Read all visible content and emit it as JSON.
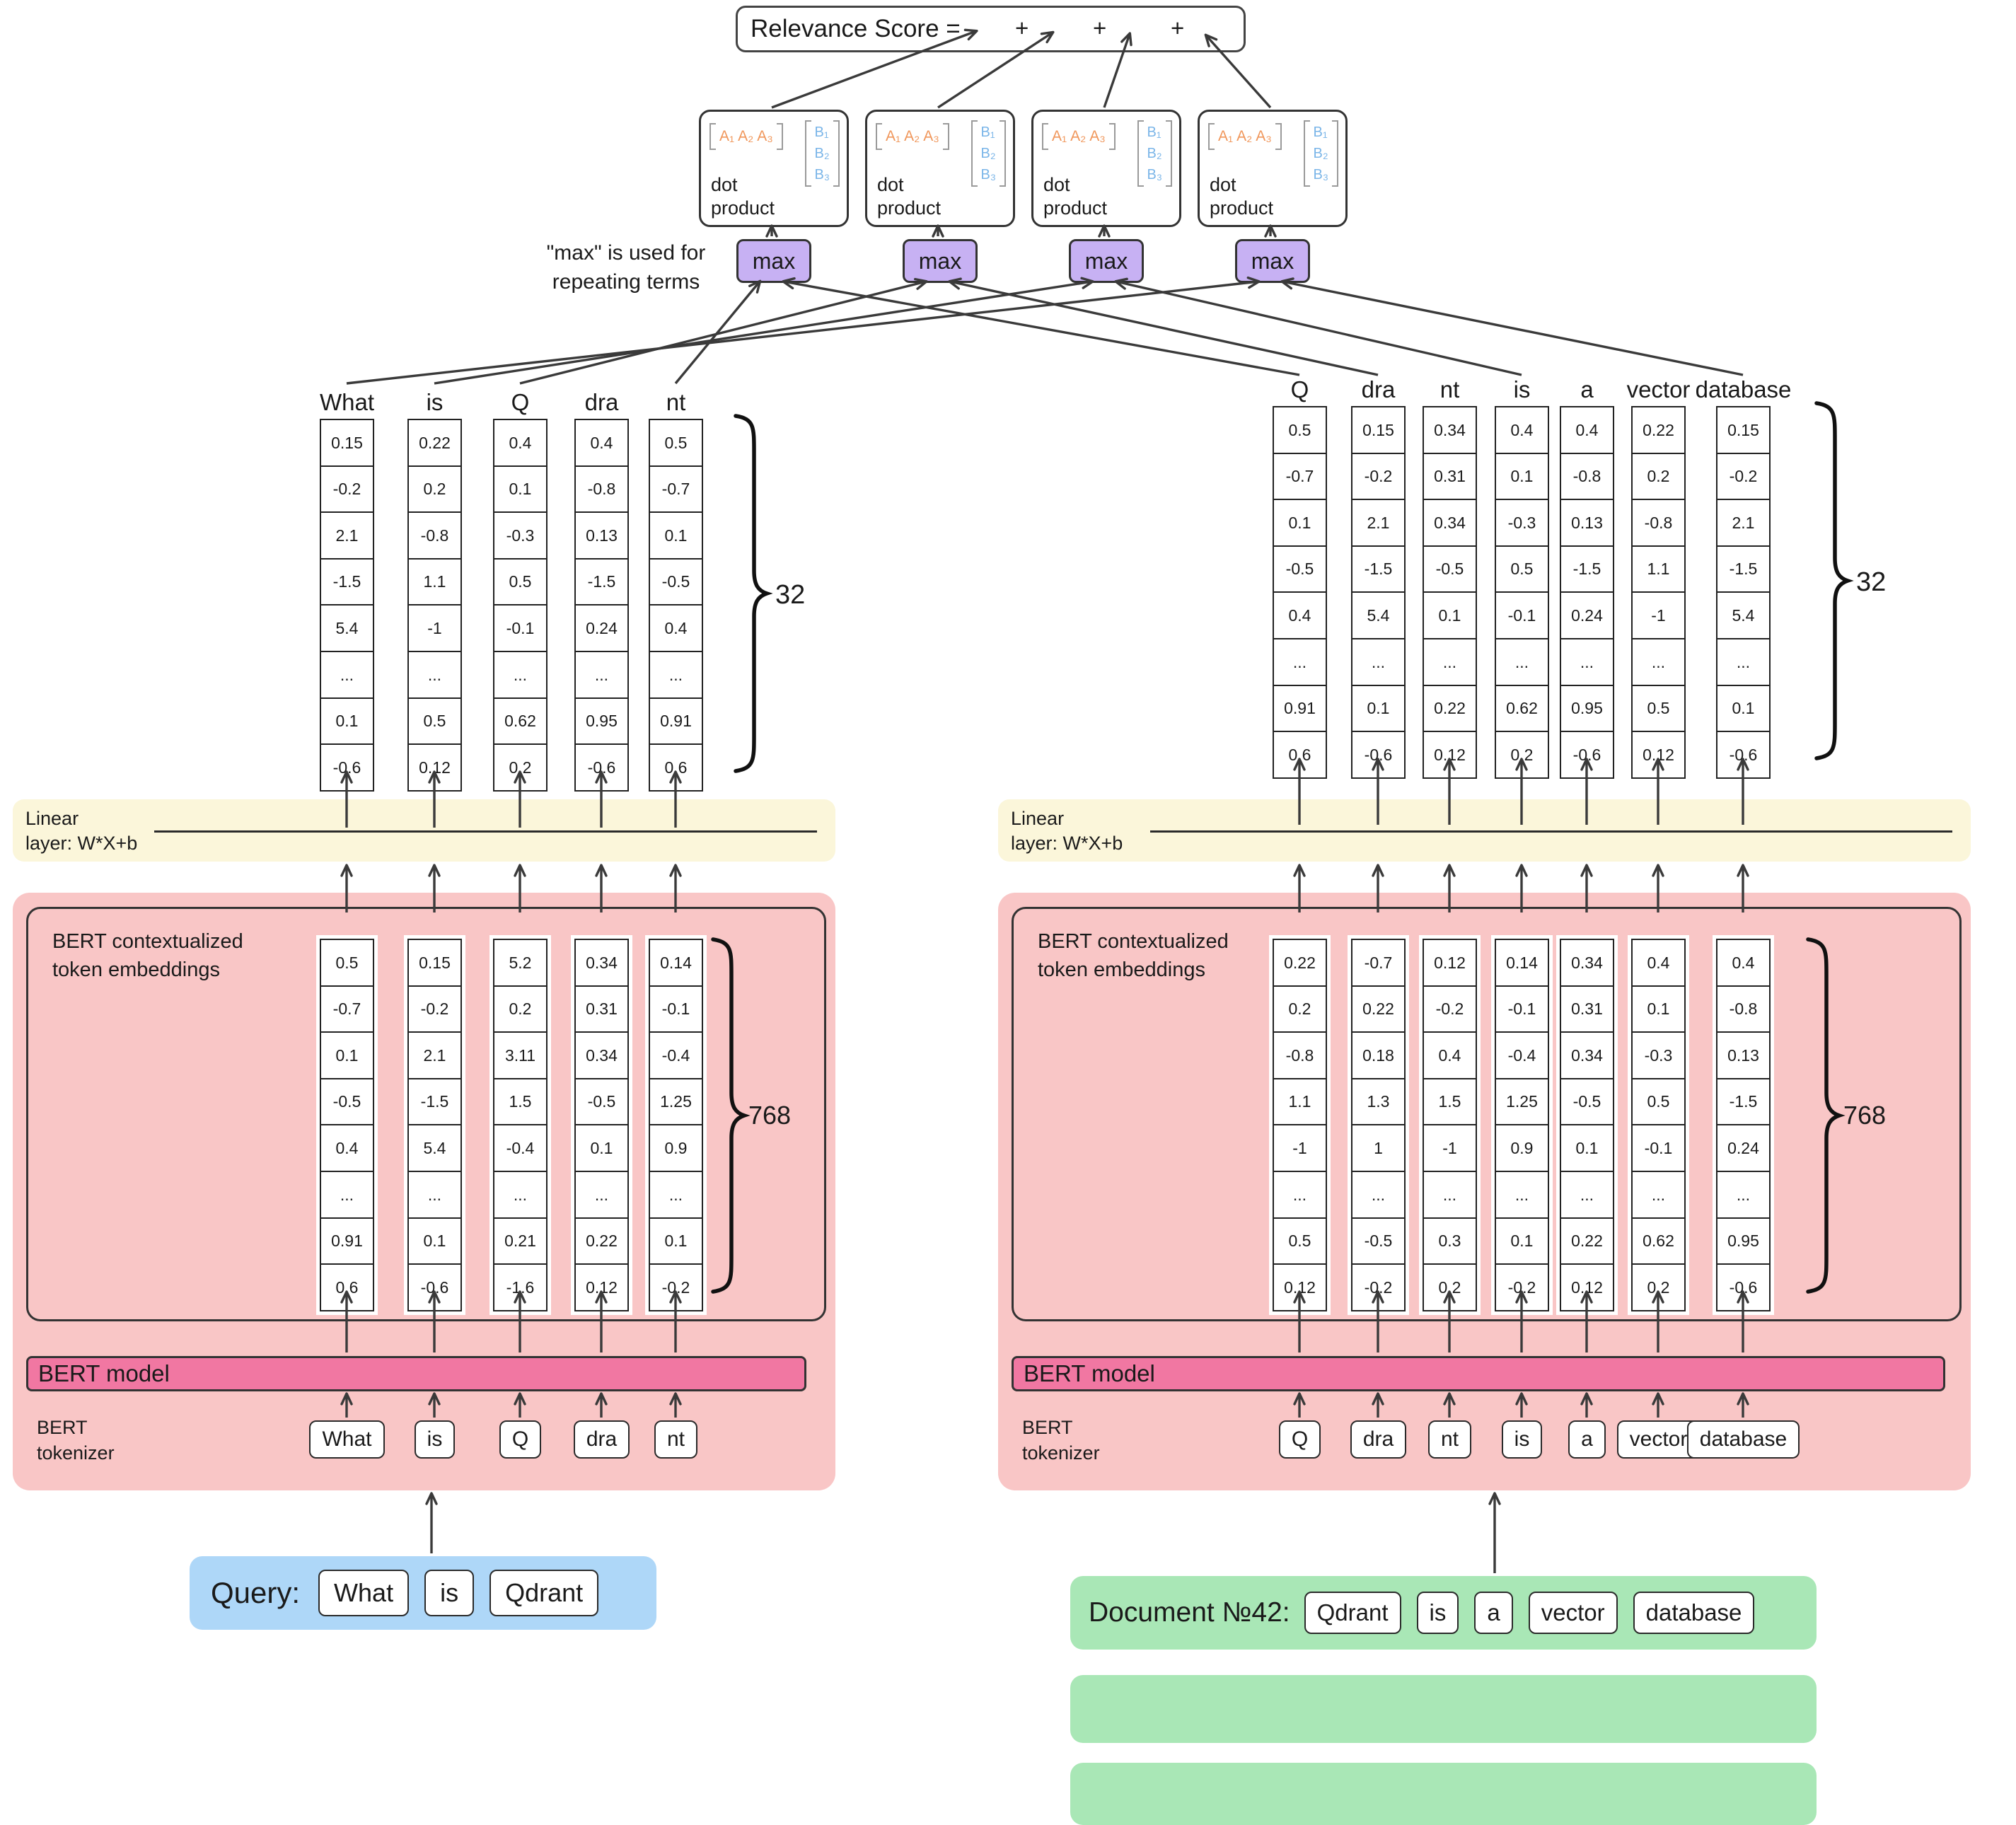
{
  "colors": {
    "pink_bg": "#f9c6c6",
    "pink_bar": "#f177a2",
    "yellow": "#fbf6da",
    "purple": "#c7b1f3",
    "blue": "#aed7f8",
    "green": "#a9e7b6",
    "orange_letters": "#f0965a",
    "blue_letters": "#7ab5e8"
  },
  "relevance": {
    "label": "Relevance Score =",
    "plus_signs": [
      "+",
      "+",
      "+"
    ]
  },
  "dot_boxes": [
    {
      "a": [
        "A₁",
        "A₂",
        "A₃"
      ],
      "b": [
        "B₁",
        "B₂",
        "B₃"
      ],
      "label1": "dot",
      "label2": "product"
    },
    {
      "a": [
        "A₁",
        "A₂",
        "A₃"
      ],
      "b": [
        "B₁",
        "B₂",
        "B₃"
      ],
      "label1": "dot",
      "label2": "product"
    },
    {
      "a": [
        "A₁",
        "A₂",
        "A₃"
      ],
      "b": [
        "B₁",
        "B₂",
        "B₃"
      ],
      "label1": "dot",
      "label2": "product"
    },
    {
      "a": [
        "A₁",
        "A₂",
        "A₃"
      ],
      "b": [
        "B₁",
        "B₂",
        "B₃"
      ],
      "label1": "dot",
      "label2": "product"
    }
  ],
  "max_boxes": [
    "max",
    "max",
    "max",
    "max"
  ],
  "note": {
    "line1": "\"max\" is used for",
    "line2": "repeating terms"
  },
  "dims": {
    "query_vector_dim": "32",
    "document_vector_dim": "32",
    "query_bert_dim": "768",
    "document_bert_dim": "768"
  },
  "linear": {
    "line1": "Linear",
    "line2": "layer: W*X+b"
  },
  "bert": {
    "context_line1": "BERT contextualized",
    "context_line2": "token embeddings",
    "model": "BERT model",
    "tok_line1": "BERT",
    "tok_line2": "tokenizer"
  },
  "query": {
    "label": "Query:",
    "input_tokens": [
      "What",
      "is",
      "Qdrant"
    ],
    "tokenizer_tokens": [
      "What",
      "is",
      "Q",
      "dra",
      "nt"
    ],
    "top_columns": [
      {
        "token": "What",
        "values": [
          "0.15",
          "-0.2",
          "2.1",
          "-1.5",
          "5.4",
          "...",
          "0.1",
          "-0.6"
        ]
      },
      {
        "token": "is",
        "values": [
          "0.22",
          "0.2",
          "-0.8",
          "1.1",
          "-1",
          "...",
          "0.5",
          "0.12"
        ]
      },
      {
        "token": "Q",
        "values": [
          "0.4",
          "0.1",
          "-0.3",
          "0.5",
          "-0.1",
          "...",
          "0.62",
          "0.2"
        ]
      },
      {
        "token": "dra",
        "values": [
          "0.4",
          "-0.8",
          "0.13",
          "-1.5",
          "0.24",
          "...",
          "0.95",
          "-0.6"
        ]
      },
      {
        "token": "nt",
        "values": [
          "0.5",
          "-0.7",
          "0.1",
          "-0.5",
          "0.4",
          "...",
          "0.91",
          "0.6"
        ]
      }
    ],
    "bert_columns": [
      [
        "0.5",
        "-0.7",
        "0.1",
        "-0.5",
        "0.4",
        "...",
        "0.91",
        "0.6"
      ],
      [
        "0.15",
        "-0.2",
        "2.1",
        "-1.5",
        "5.4",
        "...",
        "0.1",
        "-0.6"
      ],
      [
        "5.2",
        "0.2",
        "3.11",
        "1.5",
        "-0.4",
        "...",
        "0.21",
        "-1.6"
      ],
      [
        "0.34",
        "0.31",
        "0.34",
        "-0.5",
        "0.1",
        "...",
        "0.22",
        "0.12"
      ],
      [
        "0.14",
        "-0.1",
        "-0.4",
        "1.25",
        "0.9",
        "...",
        "0.1",
        "-0.2"
      ]
    ]
  },
  "document": {
    "label": "Document №42:",
    "input_tokens": [
      "Qdrant",
      "is",
      "a",
      "vector",
      "database"
    ],
    "tokenizer_tokens": [
      "Q",
      "dra",
      "nt",
      "is",
      "a",
      "vector",
      "database"
    ],
    "top_columns": [
      {
        "token": "Q",
        "values": [
          "0.5",
          "-0.7",
          "0.1",
          "-0.5",
          "0.4",
          "...",
          "0.91",
          "0.6"
        ]
      },
      {
        "token": "dra",
        "values": [
          "0.15",
          "-0.2",
          "2.1",
          "-1.5",
          "5.4",
          "...",
          "0.1",
          "-0.6"
        ]
      },
      {
        "token": "nt",
        "values": [
          "0.34",
          "0.31",
          "0.34",
          "-0.5",
          "0.1",
          "...",
          "0.22",
          "0.12"
        ]
      },
      {
        "token": "is",
        "values": [
          "0.4",
          "0.1",
          "-0.3",
          "0.5",
          "-0.1",
          "...",
          "0.62",
          "0.2"
        ]
      },
      {
        "token": "a",
        "values": [
          "0.4",
          "-0.8",
          "0.13",
          "-1.5",
          "0.24",
          "...",
          "0.95",
          "-0.6"
        ]
      },
      {
        "token": "vector",
        "values": [
          "0.22",
          "0.2",
          "-0.8",
          "1.1",
          "-1",
          "...",
          "0.5",
          "0.12"
        ]
      },
      {
        "token": "database",
        "values": [
          "0.15",
          "-0.2",
          "2.1",
          "-1.5",
          "5.4",
          "...",
          "0.1",
          "-0.6"
        ]
      }
    ],
    "bert_columns": [
      [
        "0.22",
        "0.2",
        "-0.8",
        "1.1",
        "-1",
        "...",
        "0.5",
        "0.12"
      ],
      [
        "-0.7",
        "0.22",
        "0.18",
        "1.3",
        "1",
        "...",
        "-0.5",
        "-0.2"
      ],
      [
        "0.12",
        "-0.2",
        "0.4",
        "1.5",
        "-1",
        "...",
        "0.3",
        "0.2"
      ],
      [
        "0.14",
        "-0.1",
        "-0.4",
        "1.25",
        "0.9",
        "...",
        "0.1",
        "-0.2"
      ],
      [
        "0.34",
        "0.31",
        "0.34",
        "-0.5",
        "0.1",
        "...",
        "0.22",
        "0.12"
      ],
      [
        "0.4",
        "0.1",
        "-0.3",
        "0.5",
        "-0.1",
        "...",
        "0.62",
        "0.2"
      ],
      [
        "0.4",
        "-0.8",
        "0.13",
        "-1.5",
        "0.24",
        "...",
        "0.95",
        "-0.6"
      ]
    ]
  }
}
